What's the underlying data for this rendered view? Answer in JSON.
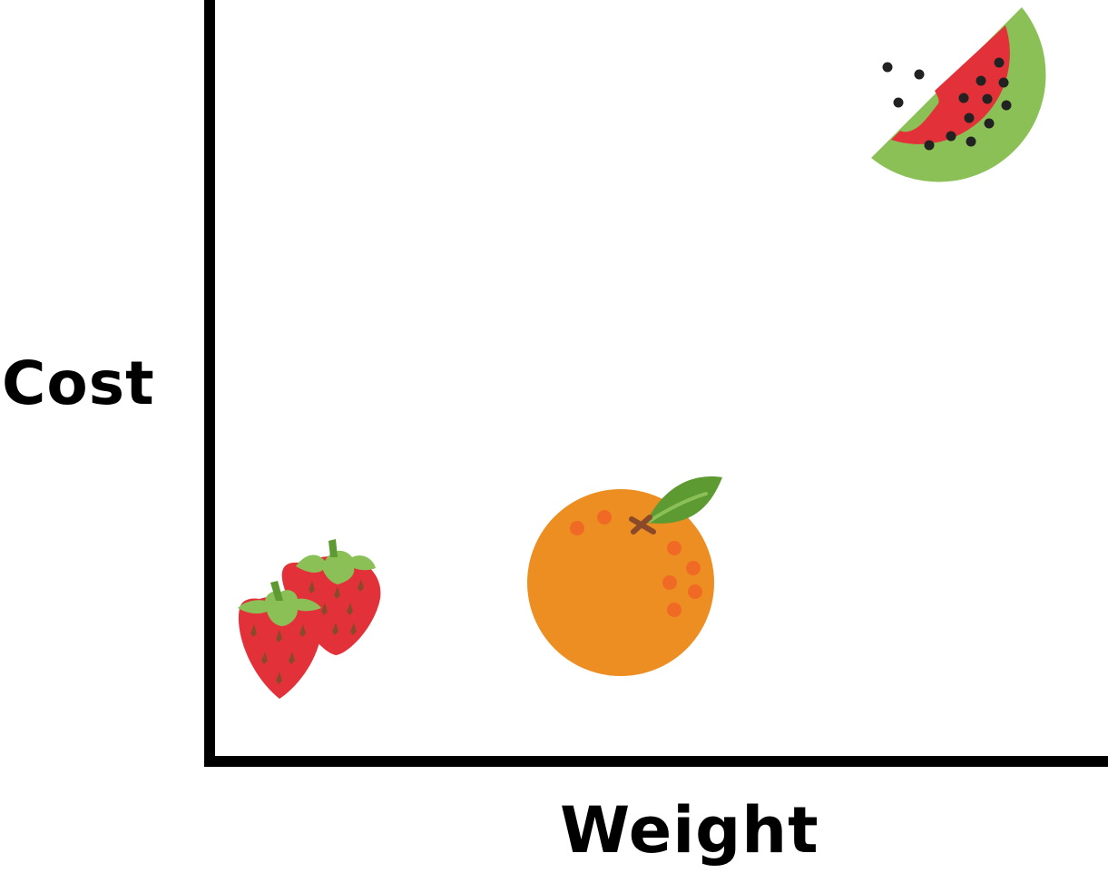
{
  "axes": {
    "x_label": "Weight",
    "y_label": "Cost"
  },
  "items": [
    {
      "name": "strawberries",
      "icon": "strawberries-icon"
    },
    {
      "name": "orange",
      "icon": "orange-icon"
    },
    {
      "name": "watermelon",
      "icon": "watermelon-icon"
    }
  ],
  "colors": {
    "axis": "#000000",
    "strawberry_red": "#e3313a",
    "leaf_green": "#8bc057",
    "stem_green": "#5d9a32",
    "seed_brown": "#8a4a2a",
    "orange_body": "#ec8e22",
    "orange_dots": "#f06a26",
    "watermelon_rind": "#8bc057",
    "watermelon_flesh": "#e3313a",
    "watermelon_seeds": "#222222"
  }
}
